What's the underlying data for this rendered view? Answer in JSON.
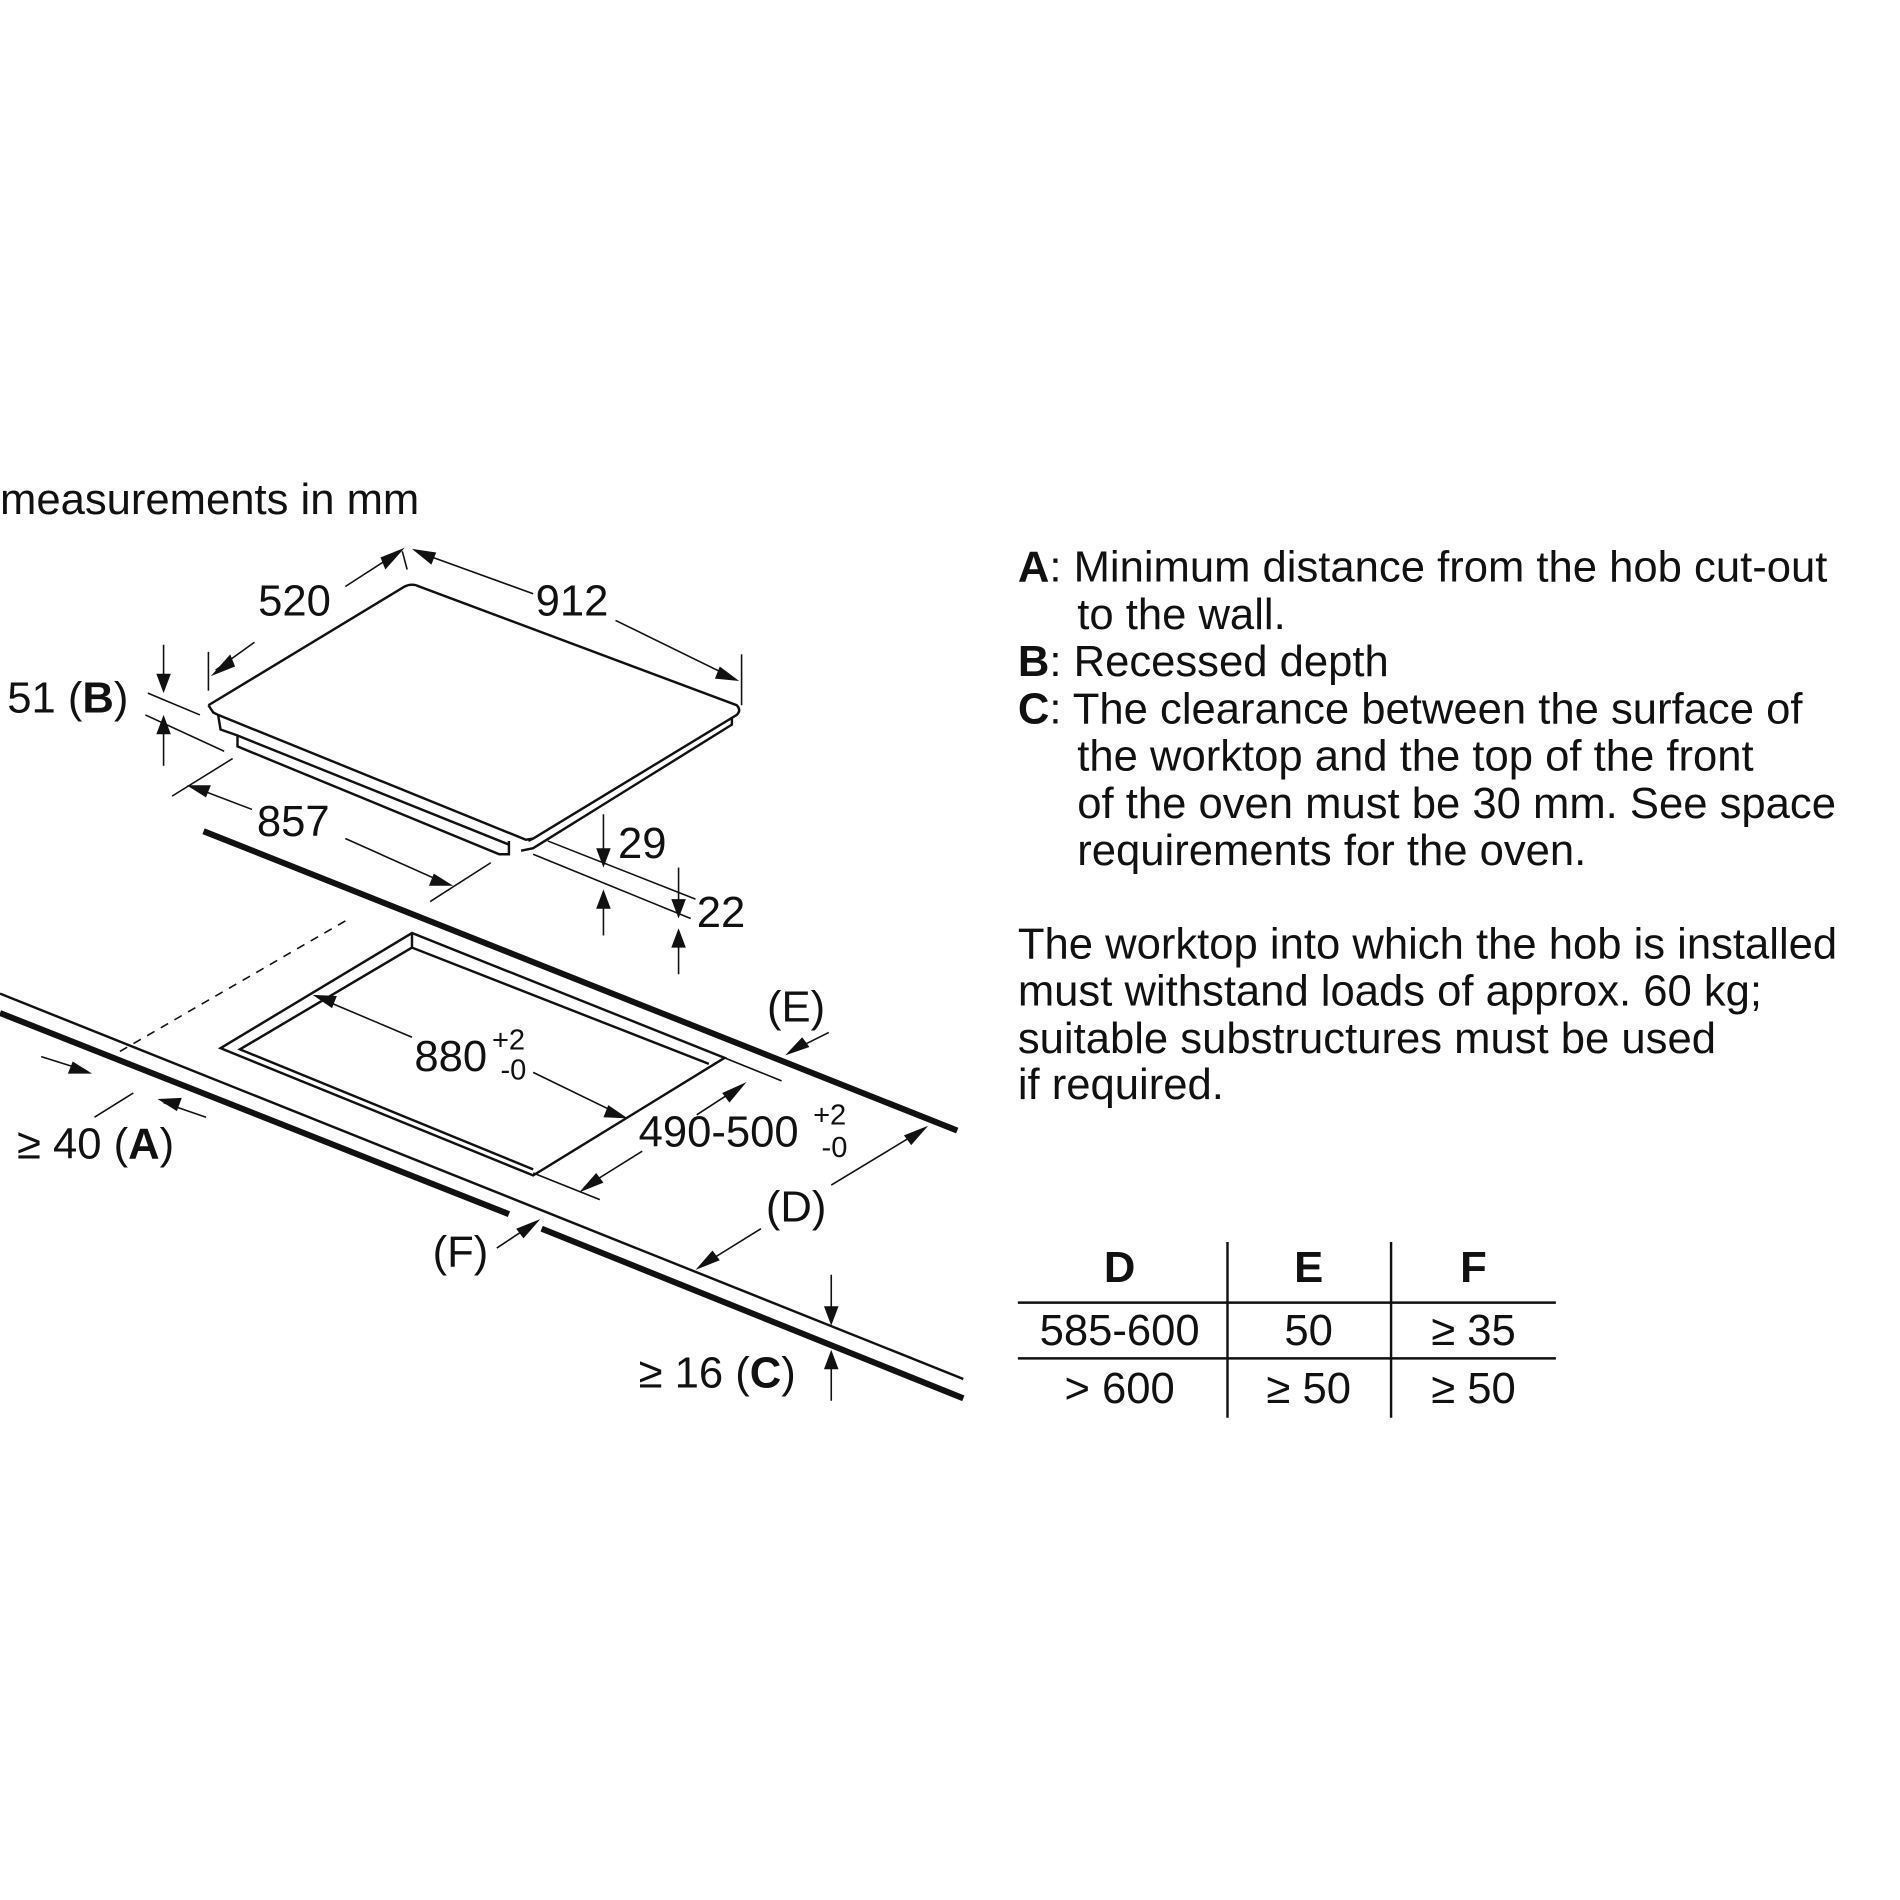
{
  "units_label": "measurements in mm",
  "dimensions": {
    "depth": "520",
    "width": "912",
    "recess": "51",
    "recess_letter": "B",
    "inner_width": "857",
    "height_29": "29",
    "height_22": "22",
    "cutout_width": "880",
    "cutout_depth": "490-500",
    "tol_plus": "+2",
    "tol_minus": "-0",
    "wall_min": "≥ 40",
    "wall_letter": "A",
    "clearance_min": "≥ 16",
    "clearance_letter": "C",
    "label_d": "(D)",
    "label_e": "(E)",
    "label_f": "(F)"
  },
  "legend": [
    {
      "key": "A",
      "lines": [
        ": Minimum distance from the hob cut-out",
        "to the wall."
      ]
    },
    {
      "key": "B",
      "lines": [
        ": Recessed depth"
      ]
    },
    {
      "key": "C",
      "lines": [
        ": The clearance between the surface of",
        "the worktop and the top of the front",
        "of the oven must be 30 mm. See space",
        "requirements for the oven."
      ]
    }
  ],
  "note": [
    "The worktop into which the hob is installed",
    "must withstand loads of approx. 60 kg;",
    "suitable substructures must be used",
    "if required."
  ],
  "table": {
    "headers": [
      "D",
      "E",
      "F"
    ],
    "rows": [
      [
        "585-600",
        "50",
        "≥ 35"
      ],
      [
        "> 600",
        "≥ 50",
        "≥ 50"
      ]
    ]
  }
}
